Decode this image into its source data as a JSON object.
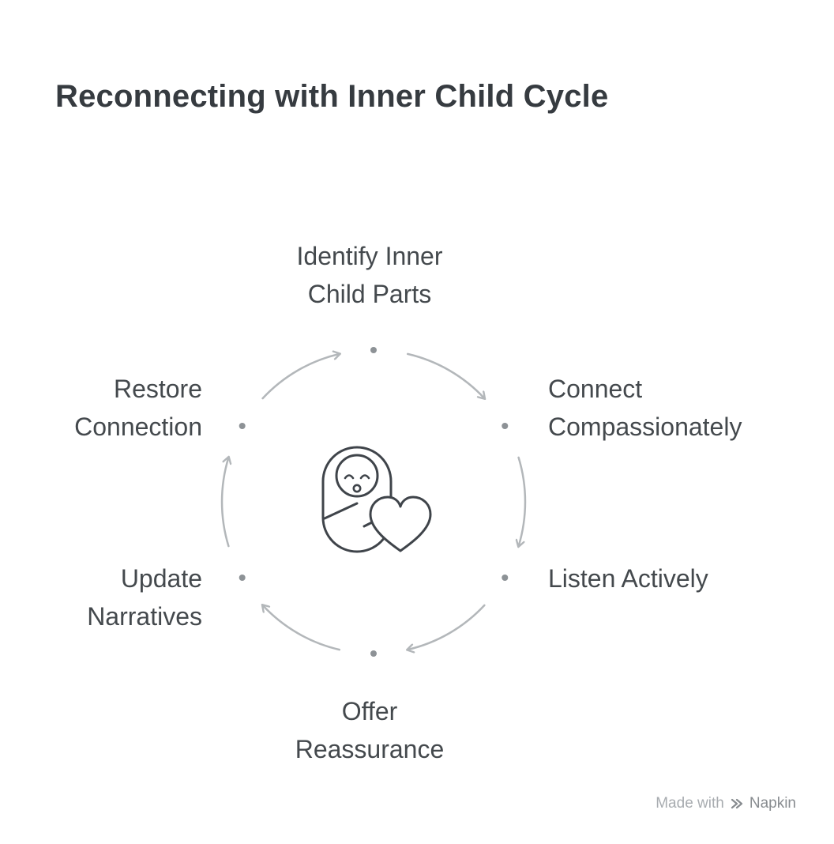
{
  "title": "Reconnecting with Inner Child Cycle",
  "diagram": {
    "type": "cycle",
    "direction": "clockwise",
    "center_icon": "swaddled-baby-with-heart-icon",
    "steps": [
      {
        "id": "identify",
        "position": "top",
        "label": "Identify Inner\nChild Parts"
      },
      {
        "id": "connect",
        "position": "upper-right",
        "label": "Connect\nCompassionately"
      },
      {
        "id": "listen",
        "position": "lower-right",
        "label": "Listen Actively"
      },
      {
        "id": "offer",
        "position": "bottom",
        "label": "Offer\nReassurance"
      },
      {
        "id": "update",
        "position": "lower-left",
        "label": "Update\nNarratives"
      },
      {
        "id": "restore",
        "position": "upper-left",
        "label": "Restore\nConnection"
      }
    ],
    "colors": {
      "title_text": "#363b40",
      "step_text": "#44494d",
      "arrow": "#b3b7ba",
      "dot": "#8d9296",
      "icon_stroke": "#3f444a",
      "background": "#ffffff"
    }
  },
  "watermark": {
    "made_with": "Made with",
    "brand": "Napkin"
  }
}
